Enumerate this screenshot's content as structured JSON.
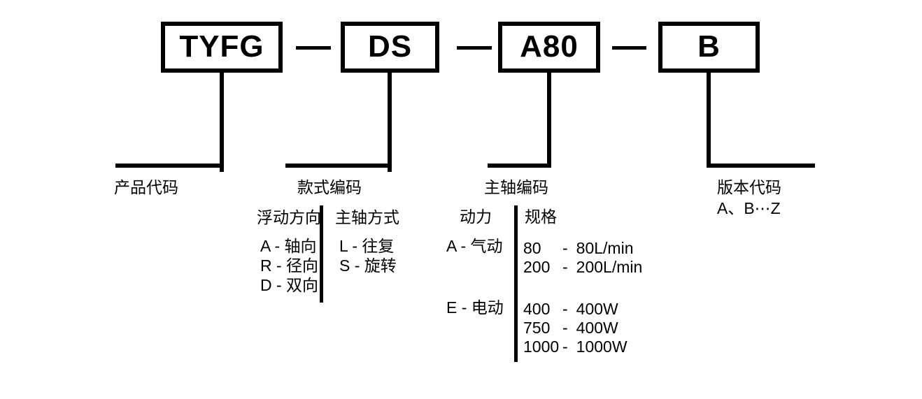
{
  "boxes": [
    {
      "code": "TYFG",
      "label": "产品代码"
    },
    {
      "code": "DS",
      "label": "款式编码"
    },
    {
      "code": "A80",
      "label": "主轴编码"
    },
    {
      "code": "B",
      "label": "版本代码",
      "range": "A、B⋯Z"
    }
  ],
  "colors": {
    "ink": "#000000",
    "background": "#ffffff"
  },
  "style_section": {
    "columns": [
      {
        "header": "浮动方向",
        "items": [
          "A - 轴向",
          "R - 径向",
          "D - 双向"
        ]
      },
      {
        "header": "主轴方式",
        "items": [
          "L - 往复",
          "S - 旋转"
        ]
      }
    ]
  },
  "spindle_section": {
    "headers": {
      "power": "动力",
      "spec": "规格"
    },
    "dash": "-",
    "groups": [
      {
        "power": "A - 气动",
        "specs": [
          {
            "code": "80",
            "desc": "80L/min"
          },
          {
            "code": "200",
            "desc": "200L/min"
          }
        ]
      },
      {
        "power": "E - 电动",
        "specs": [
          {
            "code": "400",
            "desc": "400W"
          },
          {
            "code": "750",
            "desc": "400W"
          },
          {
            "code": "1000",
            "desc": "1000W"
          }
        ]
      }
    ]
  }
}
